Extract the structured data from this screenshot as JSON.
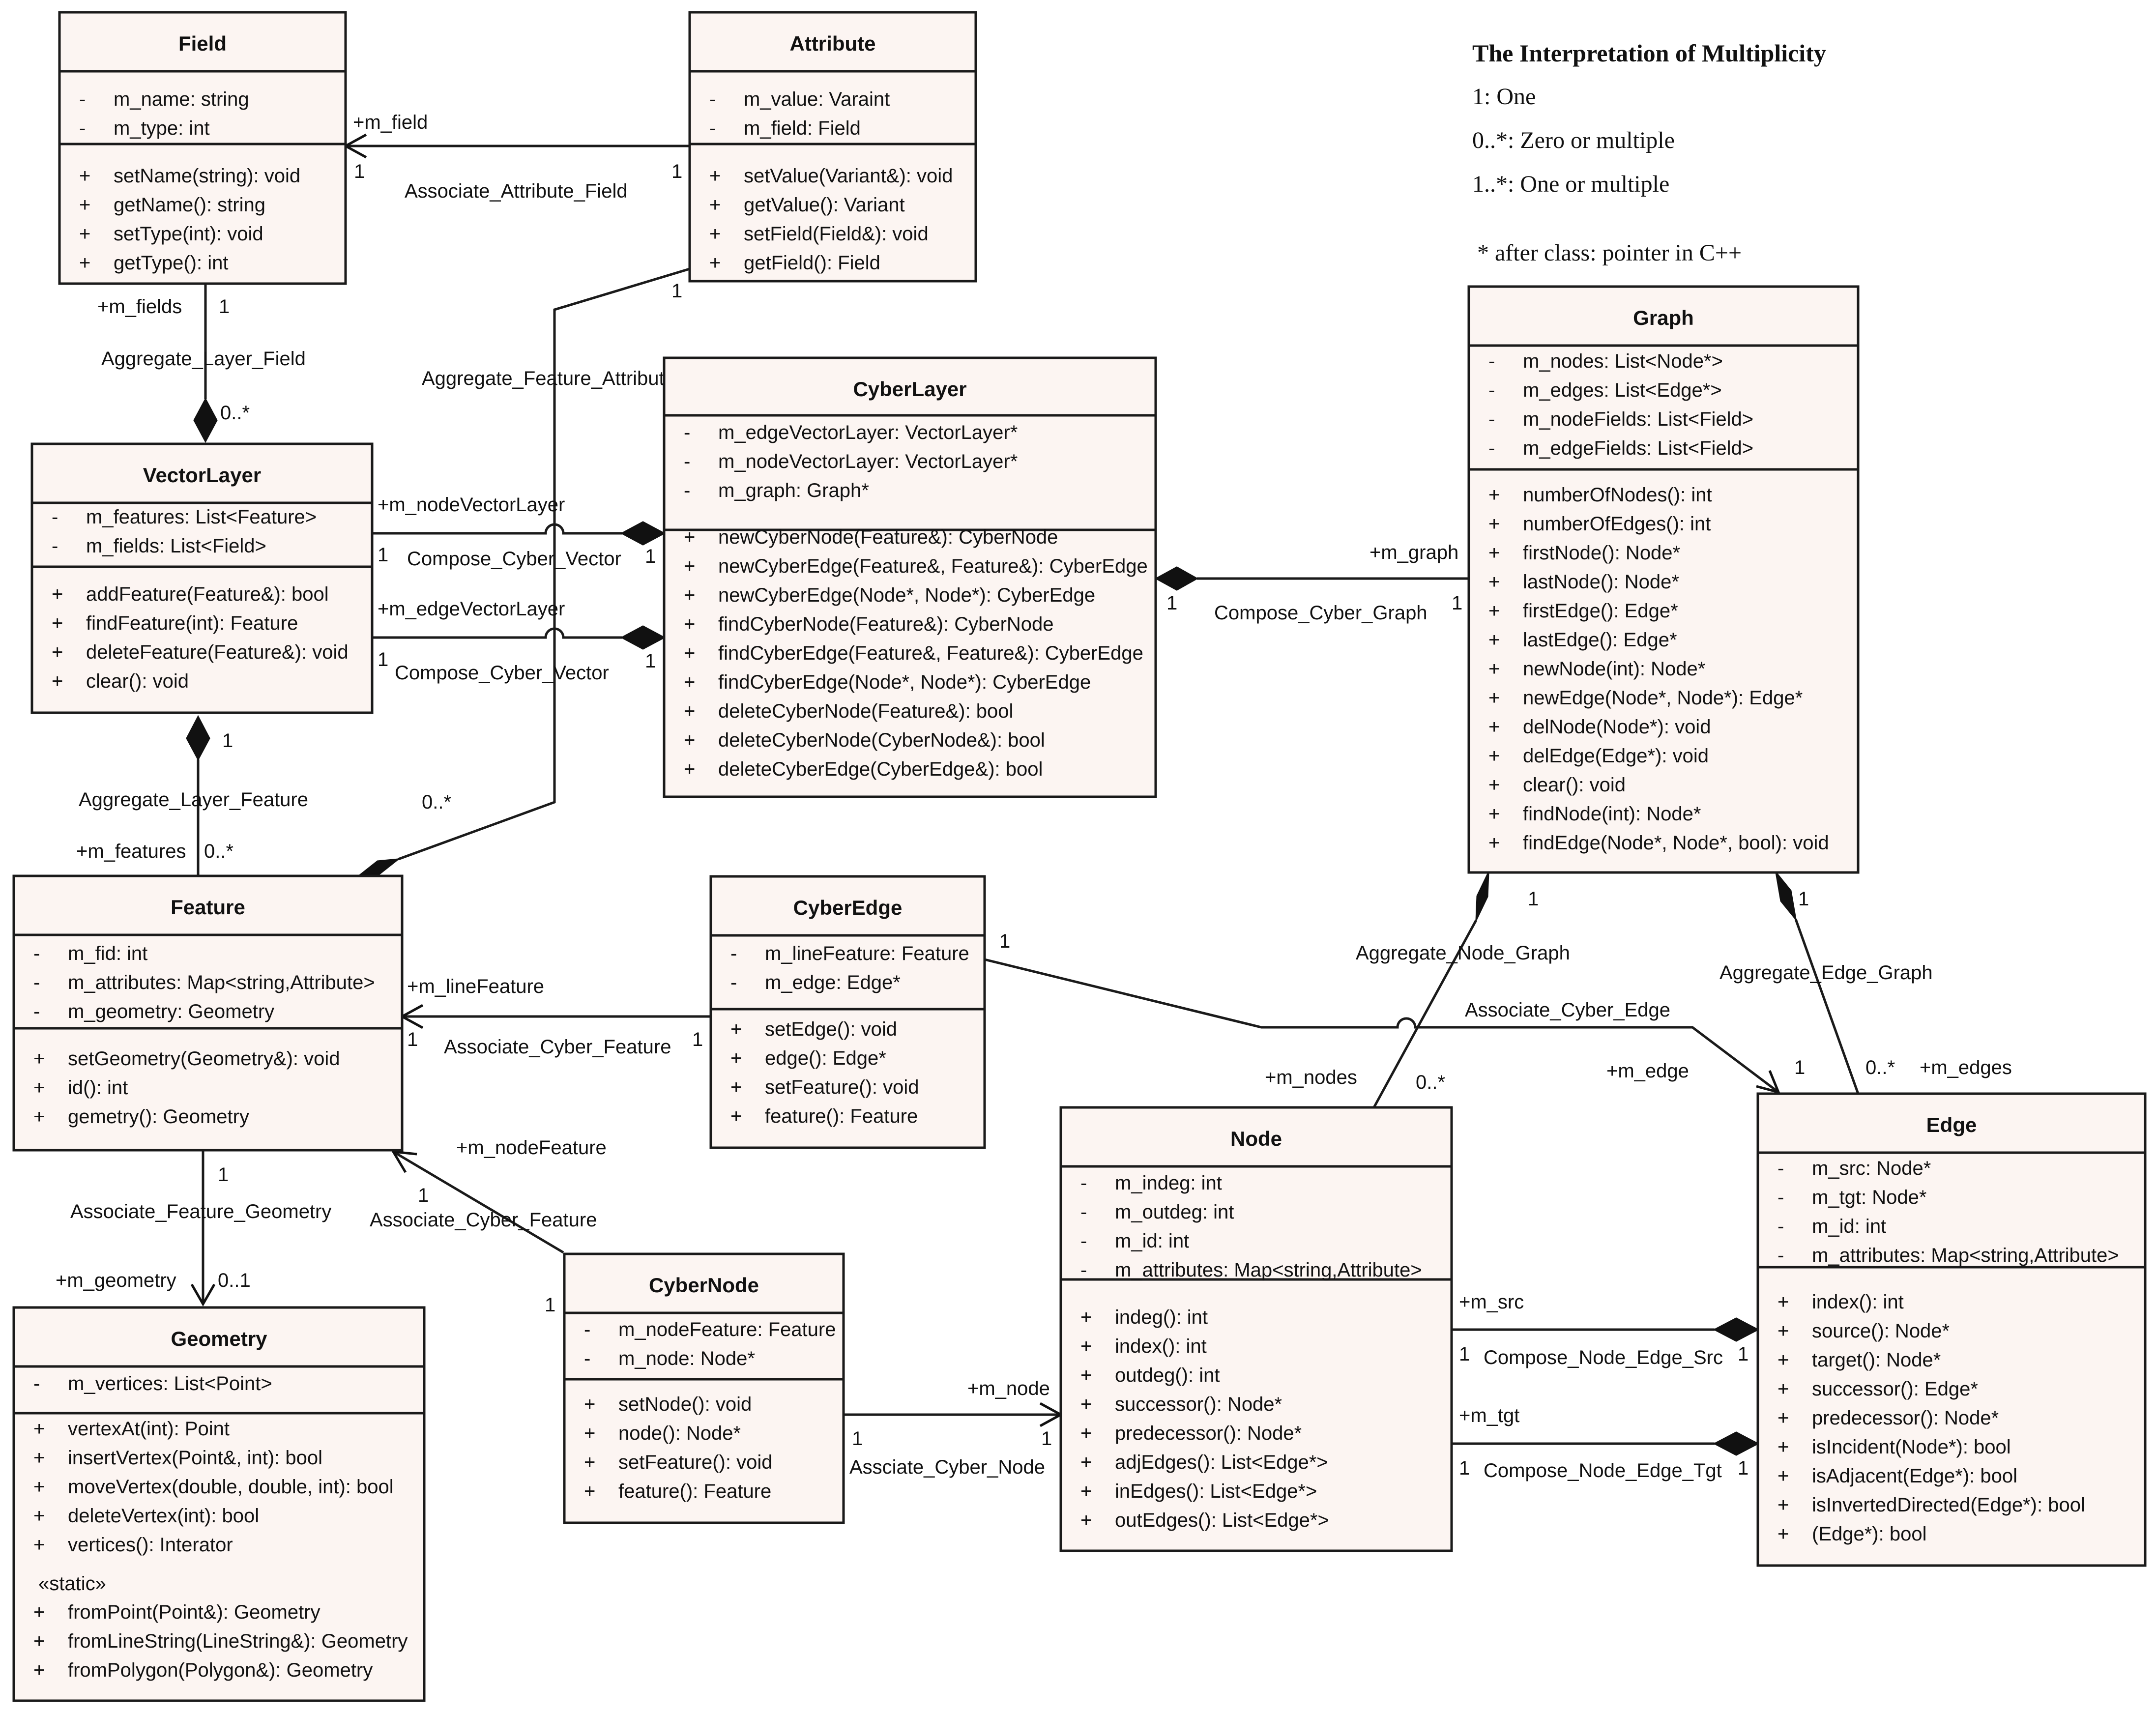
{
  "legend": {
    "title": "The Interpretation of Multiplicity",
    "items": [
      "1: One",
      "0..*: Zero or multiple",
      "1..*: One or multiple"
    ],
    "note": "* after class: pointer in C++"
  },
  "classes": [
    {
      "id": "field",
      "name": "Field",
      "attributes": [
        "m_name: string",
        "m_type: int"
      ],
      "methods": [
        "setName(string): void",
        "getName(): string",
        "setType(int): void",
        "getType(): int"
      ]
    },
    {
      "id": "attribute",
      "name": "Attribute",
      "attributes": [
        "m_value: Varaint",
        "m_field: Field"
      ],
      "methods": [
        "setValue(Variant&): void",
        "getValue(): Variant",
        "setField(Field&): void",
        "getField(): Field"
      ]
    },
    {
      "id": "vectorlayer",
      "name": "VectorLayer",
      "attributes": [
        "m_features: List<Feature>",
        "m_fields: List<Field>"
      ],
      "methods": [
        "addFeature(Feature&): bool",
        "findFeature(int): Feature",
        "deleteFeature(Feature&): void",
        "clear(): void"
      ]
    },
    {
      "id": "cyberlayer",
      "name": "CyberLayer",
      "attributes": [
        "m_edgeVectorLayer: VectorLayer*",
        "m_nodeVectorLayer: VectorLayer*",
        "m_graph: Graph*"
      ],
      "methods": [
        "newCyberNode(Feature&): CyberNode",
        "newCyberEdge(Feature&, Feature&): CyberEdge",
        "newCyberEdge(Node*, Node*): CyberEdge",
        "findCyberNode(Feature&): CyberNode",
        "findCyberEdge(Feature&, Feature&): CyberEdge",
        "findCyberEdge(Node*, Node*): CyberEdge",
        "deleteCyberNode(Feature&): bool",
        "deleteCyberNode(CyberNode&): bool",
        "deleteCyberEdge(CyberEdge&): bool"
      ]
    },
    {
      "id": "graph",
      "name": "Graph",
      "attributes": [
        "m_nodes: List<Node*>",
        "m_edges: List<Edge*>",
        "m_nodeFields: List<Field>",
        "m_edgeFields: List<Field>"
      ],
      "methods": [
        "numberOfNodes(): int",
        "numberOfEdges(): int",
        "firstNode(): Node*",
        "lastNode(): Node*",
        "firstEdge(): Edge*",
        "lastEdge(): Edge*",
        "newNode(int): Node*",
        "newEdge(Node*, Node*): Edge*",
        "delNode(Node*): void",
        "delEdge(Edge*): void",
        "clear(): void",
        "findNode(int): Node*",
        "findEdge(Node*, Node*, bool): void"
      ]
    },
    {
      "id": "feature",
      "name": "Feature",
      "attributes": [
        "m_fid: int",
        "m_attributes: Map<string,Attribute>",
        "m_geometry: Geometry"
      ],
      "methods": [
        "setGeometry(Geometry&): void",
        "id(): int",
        "gemetry(): Geometry"
      ]
    },
    {
      "id": "cyberedge",
      "name": "CyberEdge",
      "attributes": [
        "m_lineFeature: Feature",
        "m_edge: Edge*"
      ],
      "methods": [
        "setEdge(): void",
        "edge(): Edge*",
        "setFeature(): void",
        "feature(): Feature"
      ]
    },
    {
      "id": "node",
      "name": "Node",
      "attributes": [
        "m_indeg: int",
        "m_outdeg: int",
        "m_id: int",
        "m_attributes: Map<string,Attribute>"
      ],
      "methods": [
        "indeg(): int",
        "index(): int",
        "outdeg(): int",
        "successor(): Node*",
        "predecessor(): Node*",
        "adjEdges(): List<Edge*>",
        "inEdges(): List<Edge*>",
        "outEdges(): List<Edge*>"
      ]
    },
    {
      "id": "edge",
      "name": "Edge",
      "attributes": [
        "m_src: Node*",
        "m_tgt: Node*",
        "m_id: int",
        "m_attributes: Map<string,Attribute>"
      ],
      "methods": [
        "index(): int",
        "source(): Node*",
        "target(): Node*",
        "successor(): Edge*",
        "predecessor(): Node*",
        "isIncident(Node*): bool",
        "isAdjacent(Edge*): bool",
        "isInvertedDirected(Edge*): bool",
        "(Edge*): bool"
      ]
    },
    {
      "id": "cybernode",
      "name": "CyberNode",
      "attributes": [
        "m_nodeFeature: Feature",
        "m_node: Node*"
      ],
      "methods": [
        "setNode(): void",
        "node(): Node*",
        "setFeature(): void",
        "feature(): Feature"
      ]
    },
    {
      "id": "geometry",
      "name": "Geometry",
      "attributes": [
        "m_vertices: List<Point>"
      ],
      "methods": [
        "vertexAt(int): Point",
        "insertVertex(Point&, int): bool",
        "moveVertex(double, double, int): bool",
        "deleteVertex(int): bool",
        "vertices(): Interator"
      ],
      "stereotype": "«static»",
      "static_methods": [
        "fromPoint(Point&): Geometry",
        "fromLineString(LineString&): Geometry",
        "fromPolygon(Polygon&): Geometry"
      ]
    }
  ],
  "labels": {
    "m_field_role": "+m_field",
    "assoc_attr_field": "Associate_Attribute_Field",
    "m_fields_role": "+m_fields",
    "agg_layer_field": "Aggregate_Layer_Field",
    "agg_feature_attr": "Aggregate_Feature_Attribute",
    "m_nodeVectorLayer_role": "+m_nodeVectorLayer",
    "compose_cyber_vector_1": "Compose_Cyber_Vector",
    "m_edgeVectorLayer_role": "+m_edgeVectorLayer",
    "compose_cyber_vector_2": "Compose_Cyber_Vector",
    "m_graph_role": "+m_graph",
    "compose_cyber_graph": "Compose_Cyber_Graph",
    "agg_layer_feature": "Aggregate_Layer_Feature",
    "m_features_role": "+m_features",
    "m_lineFeature_role": "+m_lineFeature",
    "assoc_cyber_feature_1": "Associate_Cyber_Feature",
    "agg_node_graph": "Aggregate_Node_Graph",
    "agg_edge_graph": "Aggregate_Edge_Graph",
    "assoc_cyber_edge": "Associate_Cyber_Edge",
    "m_nodes_role": "+m_nodes",
    "m_edge_role": "+m_edge",
    "m_edges_role": "+m_edges",
    "m_nodeFeature_role": "+m_nodeFeature",
    "assoc_cyber_feature_2": "Associate_Cyber_Feature",
    "assoc_feature_geometry": "Associate_Feature_Geometry",
    "m_geometry_role": "+m_geometry",
    "m_src_role": "+m_src",
    "compose_node_edge_src": "Compose_Node_Edge_Src",
    "m_tgt_role": "+m_tgt",
    "compose_node_edge_tgt": "Compose_Node_Edge_Tgt",
    "m_node_role": "+m_node",
    "assciate_cyber_node": "Assciate_Cyber_Node"
  },
  "multiplicities": {
    "one": "1",
    "zero_many": "0..*",
    "zero_one": "0..1"
  },
  "visibility": {
    "private": "-",
    "public": "+"
  }
}
